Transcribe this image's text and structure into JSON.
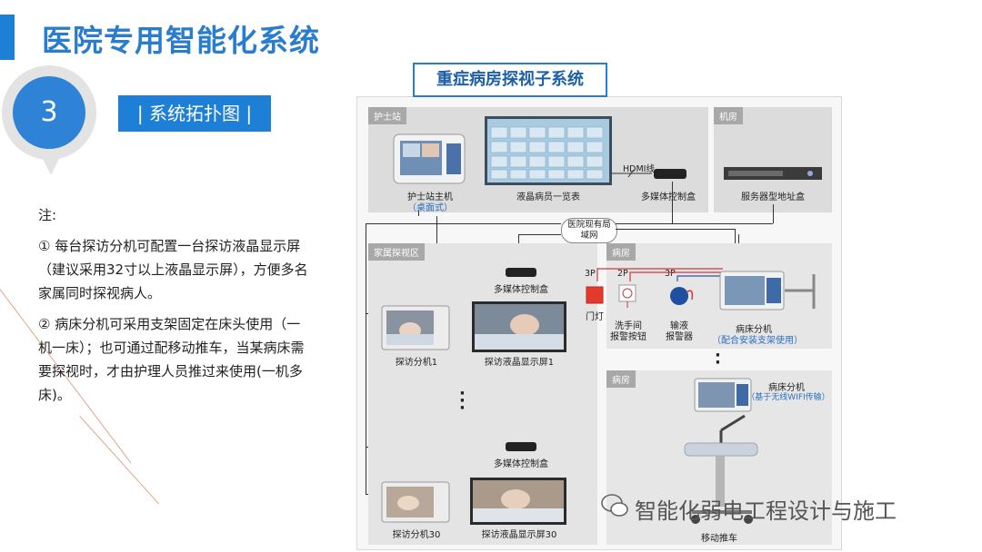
{
  "header": {
    "title": "医院专用智能化系统"
  },
  "step": {
    "number": "3",
    "section_label": "| 系统拓扑图 |"
  },
  "notes": {
    "heading": "注:",
    "item1": "① 每台探访分机可配置一台探访液晶显示屏（建议采用32寸以上液晶显示屏），方便多名家属同时探视病人。",
    "item2": "② 病床分机可采用支架固定在床头使用（一机一床）；也可通过配移动推车，当某病床需要探视时，才由护理人员推过来使用(一机多床)。"
  },
  "diagram": {
    "title": "重症病房探视子系统",
    "nurse_station": {
      "tag": "护士站",
      "host_label": "护士站主机",
      "host_sub": "（桌面式）",
      "lcd_label": "液晶病员一览表",
      "hdmi_label": "HDMI线",
      "mm_box_label": "多媒体控制盒"
    },
    "machine_room": {
      "tag": "机房",
      "server_label": "服务器型地址盒"
    },
    "lan_label": "医院现有局域网",
    "family_area": {
      "tag": "家属探视区",
      "mm_box_label_1": "多媒体控制盒",
      "visit_unit_1": "探访分机1",
      "visit_lcd_1": "探访液晶显示屏1",
      "mm_box_label_2": "多媒体控制盒",
      "visit_unit_30": "探访分机30",
      "visit_lcd_30": "探访液晶显示屏30"
    },
    "ward_1": {
      "tag": "病房",
      "p3_a": "3P",
      "p2": "2P",
      "p3_b": "3P",
      "door_light": "门灯",
      "wash_button": "洗手间\n报警按钮",
      "infusion_alarm": "输液\n报警器",
      "bed_unit": "病床分机",
      "bed_unit_sub": "（配合安装支架使用）"
    },
    "ward_2": {
      "tag": "病房",
      "bed_unit": "病床分机",
      "bed_unit_sub": "（基于无线WIFI传输）",
      "cart_label": "移动推车"
    }
  },
  "watermark": "智能化弱电工程设计与施工",
  "colors": {
    "accent": "#1e7fd6",
    "title": "#2a7ccc",
    "blue_caption": "#2a6fc0",
    "panel": "#dcdcdc"
  }
}
